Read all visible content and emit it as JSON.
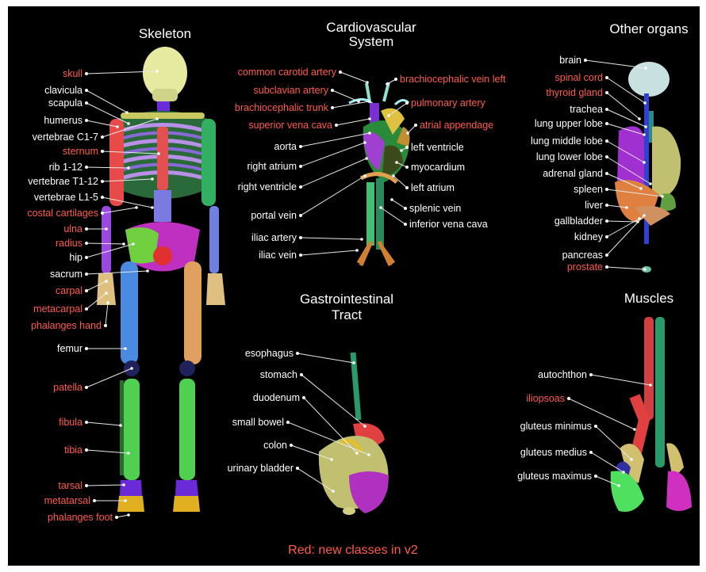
{
  "colors": {
    "background": "#000000",
    "new_label": "#ff5c46",
    "old_label": "#ffffff"
  },
  "footnote": "Red: new classes in v2",
  "sections": [
    {
      "id": "skeleton",
      "title": "Skeleton",
      "labels": [
        {
          "text": "skull",
          "new": true
        },
        {
          "text": "clavicula",
          "new": false
        },
        {
          "text": "scapula",
          "new": false
        },
        {
          "text": "humerus",
          "new": false
        },
        {
          "text": "vertebrae C1-7",
          "new": false
        },
        {
          "text": "sternum",
          "new": true
        },
        {
          "text": "rib 1-12",
          "new": false
        },
        {
          "text": "vertebrae T1-12",
          "new": false
        },
        {
          "text": "vertebrae L1-5",
          "new": false
        },
        {
          "text": "costal cartilages",
          "new": true
        },
        {
          "text": "ulna",
          "new": true
        },
        {
          "text": "radius",
          "new": true
        },
        {
          "text": "hip",
          "new": false
        },
        {
          "text": "sacrum",
          "new": false
        },
        {
          "text": "carpal",
          "new": true
        },
        {
          "text": "metacarpal",
          "new": true
        },
        {
          "text": "phalanges hand",
          "new": true
        },
        {
          "text": "femur",
          "new": false
        },
        {
          "text": "patella",
          "new": true
        },
        {
          "text": "fibula",
          "new": true
        },
        {
          "text": "tibia",
          "new": true
        },
        {
          "text": "tarsal",
          "new": true
        },
        {
          "text": "metatarsal",
          "new": true
        },
        {
          "text": "phalanges foot",
          "new": true
        }
      ]
    },
    {
      "id": "cardiovascular",
      "title": "Cardiovascular System",
      "title_lines": [
        "Cardiovascular",
        "System"
      ],
      "labels": [
        {
          "text": "common carotid artery",
          "new": true
        },
        {
          "text": "subclavian artery",
          "new": true
        },
        {
          "text": "brachiocephalic trunk",
          "new": true
        },
        {
          "text": "superior vena cava",
          "new": true
        },
        {
          "text": "aorta",
          "new": false
        },
        {
          "text": "right atrium",
          "new": false
        },
        {
          "text": "right ventricle",
          "new": false
        },
        {
          "text": "portal vein",
          "new": false
        },
        {
          "text": "iliac artery",
          "new": false
        },
        {
          "text": "iliac vein",
          "new": false
        },
        {
          "text": "brachiocephalic vein left",
          "new": true
        },
        {
          "text": "pulmonary artery",
          "new": true
        },
        {
          "text": "atrial appendage",
          "new": true
        },
        {
          "text": "left ventricle",
          "new": false
        },
        {
          "text": "myocardium",
          "new": false
        },
        {
          "text": "left atrium",
          "new": false
        },
        {
          "text": "splenic vein",
          "new": false
        },
        {
          "text": "inferior vena cava",
          "new": false
        }
      ]
    },
    {
      "id": "other_organs",
      "title": "Other organs",
      "labels": [
        {
          "text": "brain",
          "new": false
        },
        {
          "text": "spinal cord",
          "new": true
        },
        {
          "text": "thyroid gland",
          "new": true
        },
        {
          "text": "trachea",
          "new": false
        },
        {
          "text": "lung upper lobe",
          "new": false
        },
        {
          "text": "lung middle lobe",
          "new": false
        },
        {
          "text": "lung lower lobe",
          "new": false
        },
        {
          "text": "adrenal gland",
          "new": false
        },
        {
          "text": "spleen",
          "new": false
        },
        {
          "text": "liver",
          "new": false
        },
        {
          "text": "gallbladder",
          "new": false
        },
        {
          "text": "kidney",
          "new": false
        },
        {
          "text": "pancreas",
          "new": false
        },
        {
          "text": "prostate",
          "new": true
        }
      ]
    },
    {
      "id": "gastrointestinal",
      "title": "Gastrointestinal Tract",
      "title_lines": [
        "Gastrointestinal",
        "Tract"
      ],
      "labels": [
        {
          "text": "esophagus",
          "new": false
        },
        {
          "text": "stomach",
          "new": false
        },
        {
          "text": "duodenum",
          "new": false
        },
        {
          "text": "small bowel",
          "new": false
        },
        {
          "text": "colon",
          "new": false
        },
        {
          "text": "urinary bladder",
          "new": false
        }
      ]
    },
    {
      "id": "muscles",
      "title": "Muscles",
      "labels": [
        {
          "text": "autochthon",
          "new": false
        },
        {
          "text": "iliopsoas",
          "new": true
        },
        {
          "text": "gluteus minimus",
          "new": false
        },
        {
          "text": "gluteus medius",
          "new": false
        },
        {
          "text": "gluteus maximus",
          "new": false
        }
      ]
    }
  ]
}
